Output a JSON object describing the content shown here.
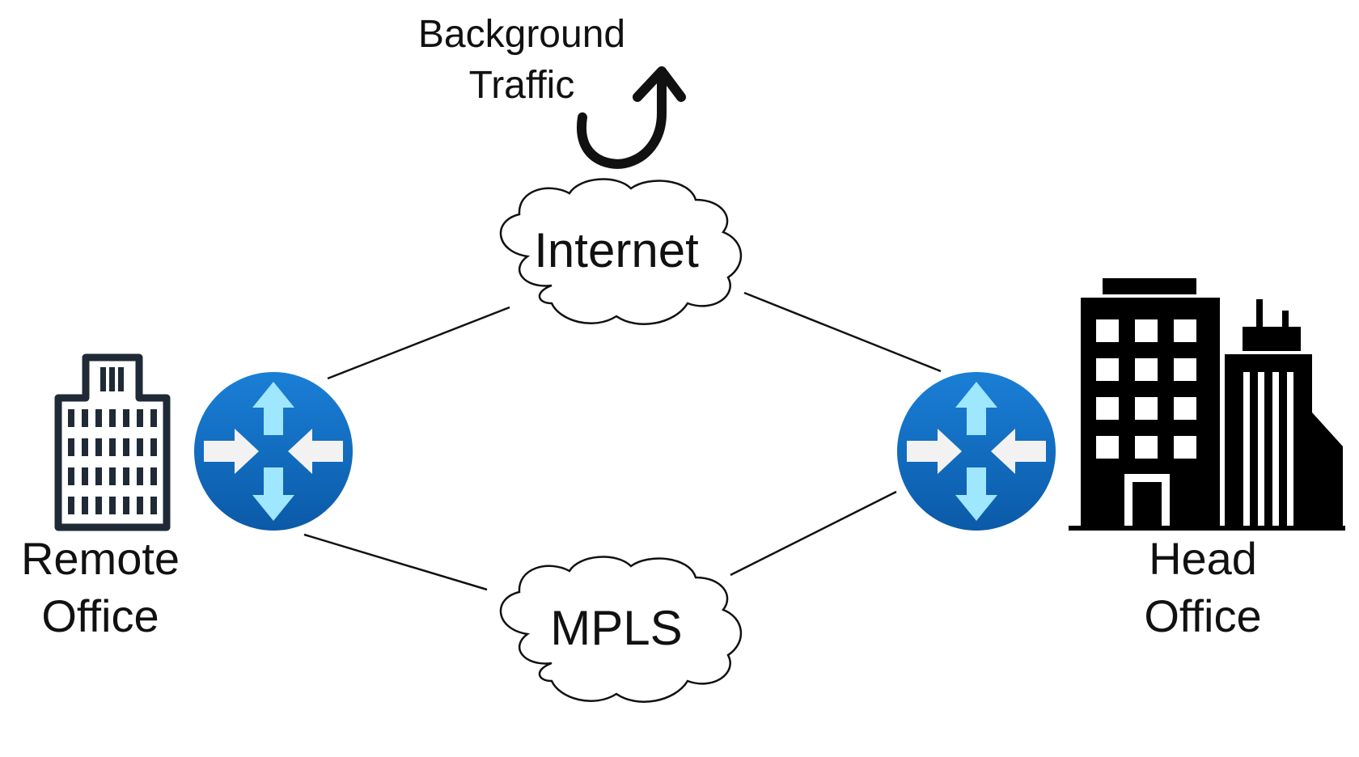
{
  "background_traffic": {
    "line1": "Background",
    "line2": "Traffic"
  },
  "clouds": {
    "internet": "Internet",
    "mpls": "MPLS"
  },
  "sites": {
    "remote": {
      "line1": "Remote",
      "line2": "Office"
    },
    "head": {
      "line1": "Head",
      "line2": "Office"
    }
  },
  "colors": {
    "router_top": "#1a7fd6",
    "router_bottom": "#0b5aa8",
    "router_arrow_white": "#f2f2f2",
    "router_arrow_blue": "#9fe6ff",
    "remote_building_stroke": "#1f2a36",
    "head_building_fill": "#000000",
    "line": "#111111"
  },
  "icons": {
    "background_traffic": "u-turn-arrow-icon",
    "remote_building": "office-building-outline-icon",
    "head_building": "office-buildings-solid-icon",
    "router": "router-icon"
  }
}
